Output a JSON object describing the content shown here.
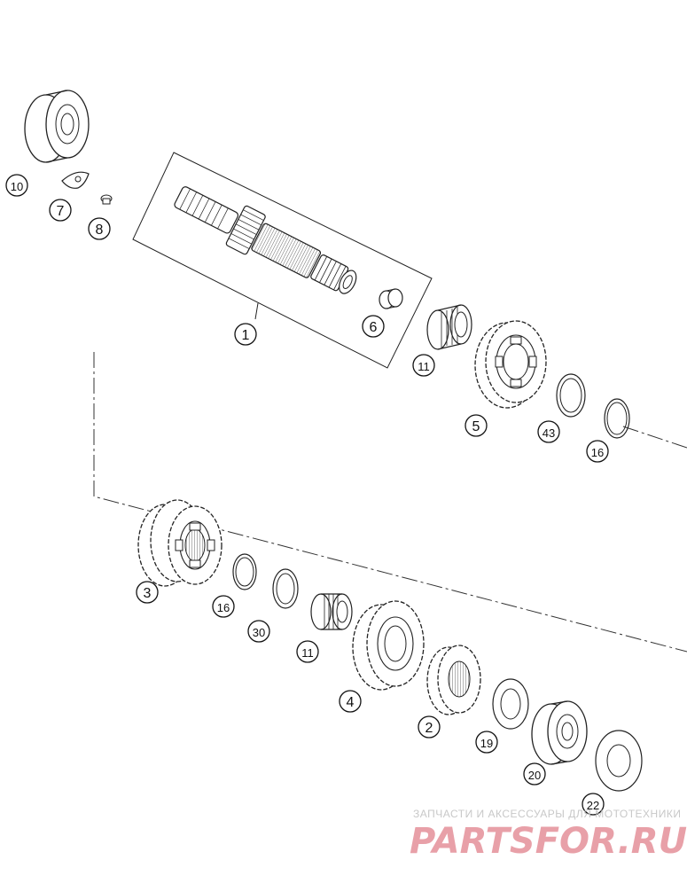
{
  "parts": [
    {
      "id": "shaft",
      "label": "1"
    },
    {
      "id": "gear-2",
      "label": "2"
    },
    {
      "id": "gear-3",
      "label": "3"
    },
    {
      "id": "gear-4",
      "label": "4"
    },
    {
      "id": "gear-5",
      "label": "5"
    },
    {
      "id": "sleeve",
      "label": "6"
    },
    {
      "id": "lock-plate",
      "label": "7"
    },
    {
      "id": "screw",
      "label": "8"
    },
    {
      "id": "bearing-top",
      "label": "10"
    },
    {
      "id": "needle-bearing-top",
      "label": "11"
    },
    {
      "id": "needle-bearing-bottom",
      "label": "11"
    },
    {
      "id": "circlip-top",
      "label": "16"
    },
    {
      "id": "circlip-bottom",
      "label": "16"
    },
    {
      "id": "washer-19",
      "label": "19"
    },
    {
      "id": "bearing-bottom",
      "label": "20"
    },
    {
      "id": "washer-22",
      "label": "22"
    },
    {
      "id": "stop-disc-30",
      "label": "30"
    },
    {
      "id": "stop-disc-43",
      "label": "43"
    }
  ],
  "watermark": {
    "top": "ЗАПЧАСТИ И АКСЕССУАРЫ ДЛЯ МОТОТЕХНИКИ",
    "brand_a": "PARTS",
    "brand_b": "FOR.RU",
    "brand_color": "#e8a0a8"
  }
}
